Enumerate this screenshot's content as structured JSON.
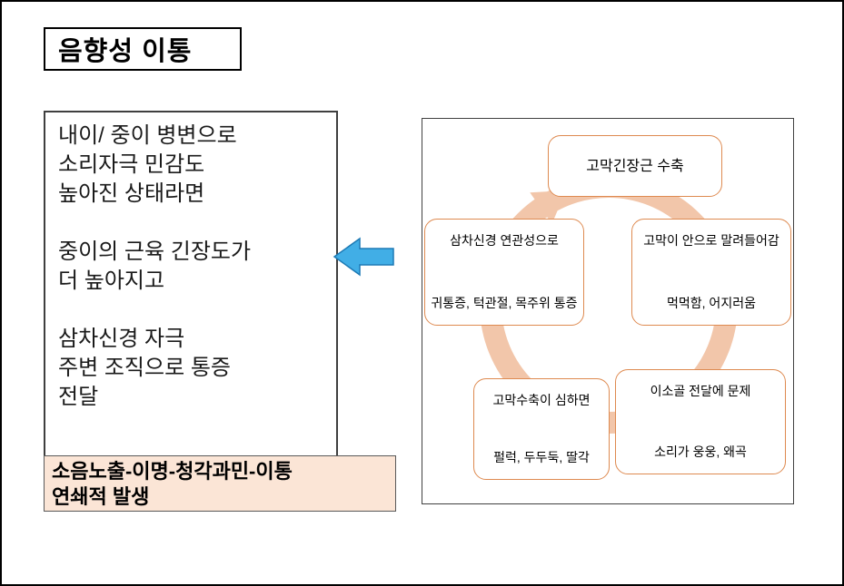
{
  "slide": {
    "title": "음향성 이통",
    "body": {
      "text": "내이/ 중이 병변으로\n소리자극 민감도\n높아진 상태라면\n\n중이의 근육 긴장도가\n더 높아지고\n\n삼차신경 자극\n주변 조직으로 통증\n전달"
    },
    "highlight": {
      "text": "소음노출-이명-청각과민-이통\n연쇄적 발생",
      "bg_color": "#fbe5d6"
    },
    "arrow": {
      "direction": "left",
      "color": "#41aee6"
    },
    "cycle": {
      "ring_color": "#f2c6aa",
      "node_border_color": "#de8a50",
      "nodes": [
        {
          "name": "tympanic-muscle-contraction",
          "line1": "고막긴장근 수축",
          "line2": ""
        },
        {
          "name": "eardrum-retraction",
          "line1": "고막이 안으로 말려들어감",
          "line2": "먹먹함, 어지러움"
        },
        {
          "name": "ossicle-transmission-problem",
          "line1": "이소골 전달에 문제",
          "line2": "소리가 웅웅, 왜곡"
        },
        {
          "name": "severe-contraction-sounds",
          "line1": "고막수축이 심하면",
          "line2": "펄럭, 두두둑, 딸각"
        },
        {
          "name": "trigeminal-referred-pain",
          "line1": "삼차신경 연관성으로",
          "line2": "귀통증, 턱관절, 목주위 통증"
        }
      ]
    }
  }
}
